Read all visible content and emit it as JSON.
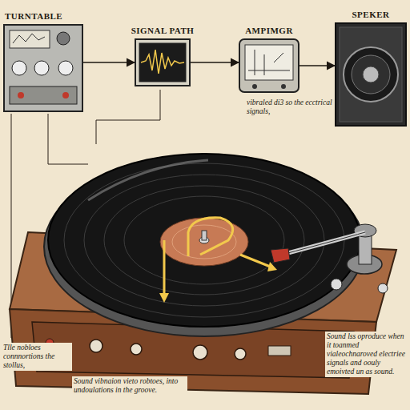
{
  "diagram": {
    "nodes": [
      {
        "text": [
          "TURNTABLE"
        ]
      },
      {
        "text": [
          "SIGNAL PATH"
        ]
      },
      {
        "text": [
          "AMPIMGR"
        ]
      },
      {
        "text": [
          "SPEKER"
        ]
      }
    ],
    "edges": [
      {
        "from": 0,
        "to": 1,
        "arrow": "to"
      },
      {
        "from": 1,
        "to": 2,
        "arrow": "to"
      },
      {
        "from": 2,
        "to": 3,
        "arrow": "to"
      }
    ],
    "labels": [
      "vibraled di3 so the ecctrical signals,",
      "Tlle nobloes connnortions the stollus,",
      "Sound vibnaion vieto robtoes, into undoulations in the groove.",
      "Sound lss oproduce when it toanmed vialeochnaroved electriee signals and oouly emoivted un as sound."
    ]
  }
}
